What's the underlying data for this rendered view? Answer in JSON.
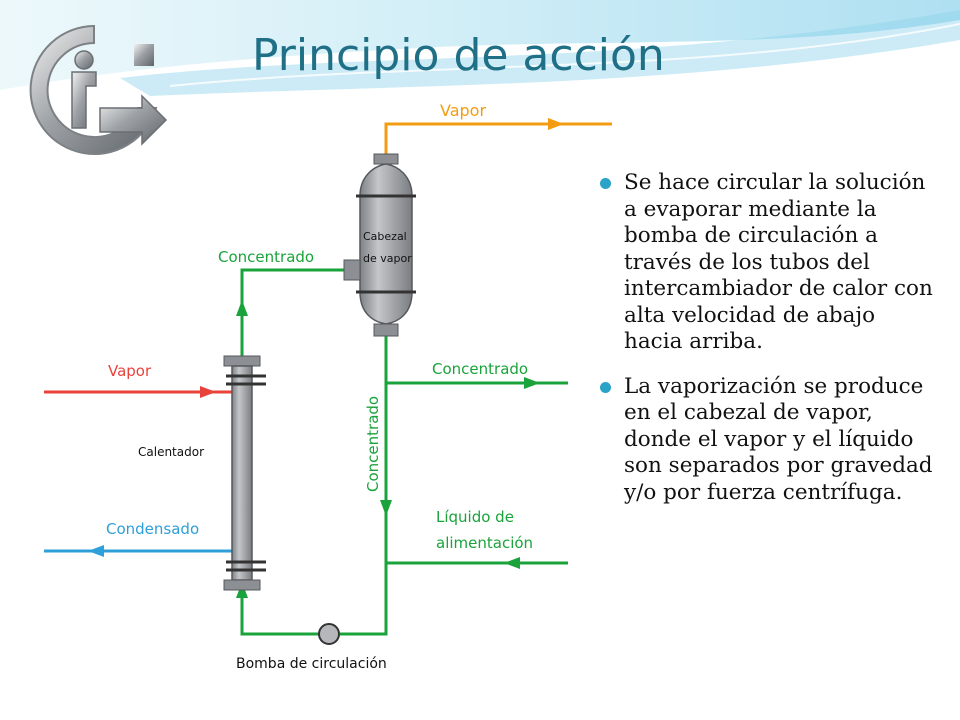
{
  "slide": {
    "title": "Principio de acción",
    "bullets": [
      "Se hace circular la solución a evaporar mediante la bomba de circulación a través de los tubos del intercambiador de calor con alta velocidad de abajo hacia arriba.",
      "La vaporización se produce en el cabezal de vapor, donde el vapor y el líquido son separados por gravedad y/o por fuerza centrífuga."
    ]
  },
  "diagram": {
    "labels": {
      "vapor_top": "Vapor",
      "cabezal_line1": "Cabezal",
      "cabezal_line2": "de vapor",
      "concentrado_left": "Concentrado",
      "vapor_left": "Vapor",
      "calentador": "Calentador",
      "condensado": "Condensado",
      "concentrado_right": "Concentrado",
      "concentrado_vertical": "Concentrado",
      "liquido_line1": "Líquido de",
      "liquido_line2": "alimentación",
      "bomba": "Bomba de circulación"
    }
  },
  "colors": {
    "title": "#1f6f86",
    "bullet": "#2aa3c8",
    "vapor_line": "#f39c12",
    "steam_line": "#e8423b",
    "condensate_line": "#2d9fd9",
    "process_line": "#1aa33a",
    "vessel": "#9a9c9f"
  }
}
